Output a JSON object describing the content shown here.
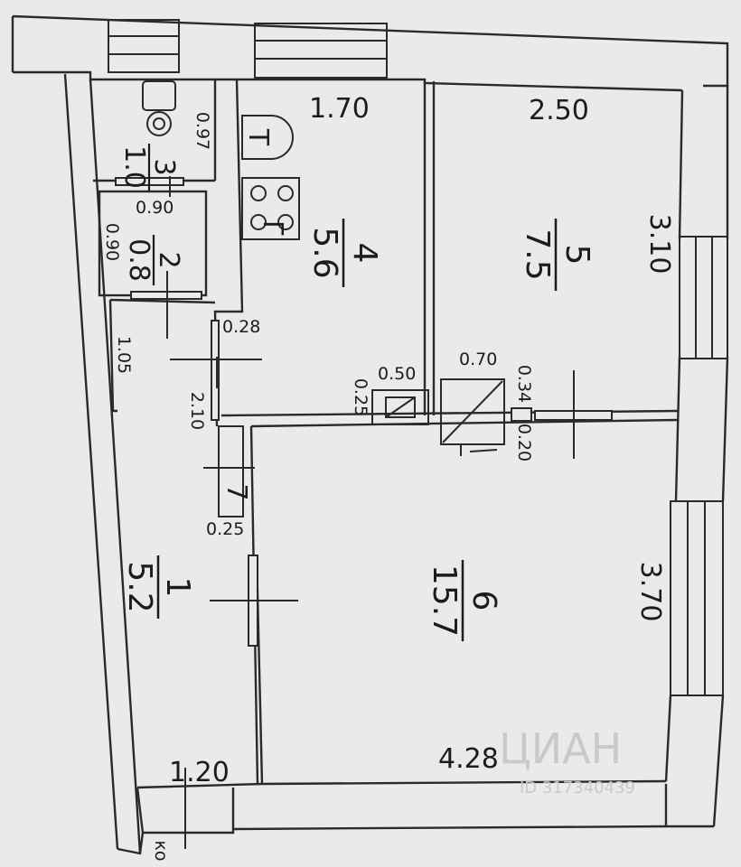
{
  "rooms": [
    {
      "id": "1",
      "number": "1",
      "area": "5.2"
    },
    {
      "id": "2",
      "number": "2",
      "area": "0.8"
    },
    {
      "id": "3",
      "number": "3",
      "area": "1.0"
    },
    {
      "id": "4",
      "number": "4",
      "area": "5.6"
    },
    {
      "id": "5",
      "number": "5",
      "area": "7.5"
    },
    {
      "id": "6",
      "number": "6",
      "area": "15.7"
    },
    {
      "id": "7",
      "number": "7"
    }
  ],
  "dimensions": {
    "kitchen_width": "1.70",
    "room5_width": "2.50",
    "room5_depth": "3.10",
    "room6_depth": "3.70",
    "room6_width": "4.28",
    "hall_width": "1.20",
    "bath_depth": "0.97",
    "wc_width": "0.90",
    "wc_depth": "0.90",
    "hall_upper": "1.05",
    "hall_length": "2.10",
    "wall_028": "0.28",
    "vent_width": "0.50",
    "vent_depth": "0.25",
    "shaft_width": "0.70",
    "shaft_034": "0.34",
    "shaft_020": "0.20",
    "closet_025": "0.25"
  },
  "fixtures": {
    "stove_letter": "Г",
    "boiler_letter": "T"
  },
  "watermark": {
    "brand": "ЦИАН",
    "id": "ID 317340439"
  },
  "corner_text": "ко"
}
